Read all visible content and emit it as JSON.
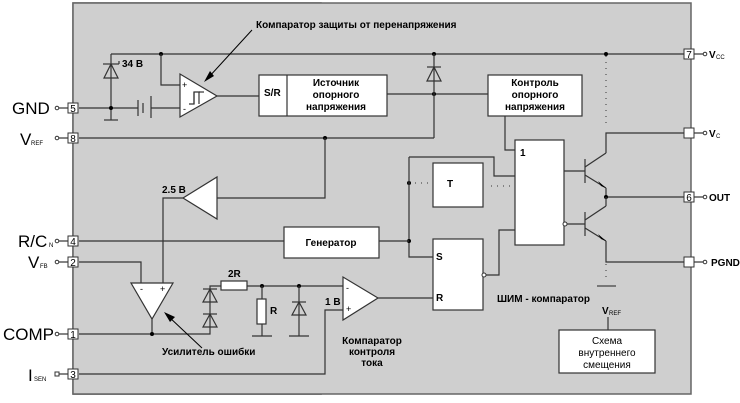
{
  "diagram": {
    "title": "Функциональная схема ШИМ-контроллера",
    "colors": {
      "chip_body": "#cfcfcf",
      "block_fill": "#ffffff",
      "wire": "#333333"
    },
    "pins_left": [
      {
        "name": "GND",
        "sub": "",
        "number": "5"
      },
      {
        "name": "V",
        "sub": "REF",
        "number": "8"
      },
      {
        "name": "R/C",
        "sub": "N",
        "number": "4"
      },
      {
        "name": "V",
        "sub": "FB",
        "number": "2"
      },
      {
        "name": "COMP",
        "sub": "",
        "number": "1"
      },
      {
        "name": "I",
        "sub": "SEN",
        "number": "3"
      }
    ],
    "pins_right": [
      {
        "name": "V",
        "sub": "CC",
        "number": "7"
      },
      {
        "name": "V",
        "sub": "C",
        "number": ""
      },
      {
        "name": "OUT",
        "sub": "",
        "number": "6"
      },
      {
        "name": "PGND",
        "sub": "",
        "number": ""
      }
    ],
    "blocks": {
      "sr_label": "S/R",
      "ref_source": [
        "Источник",
        "опорного",
        "напряжения"
      ],
      "ref_control": [
        "Контроль",
        "опорного",
        "напряжения"
      ],
      "logic_gate": "1",
      "t_flipflop": "T",
      "generator": "Генератор",
      "sr_latch_s": "S",
      "sr_latch_r": "R",
      "bias": [
        "Схема",
        "внутреннего",
        "смещения"
      ],
      "bias_vref": "V",
      "bias_vref_sub": "REF"
    },
    "labels": {
      "ovp_comparator": "Компаратор защиты от перенапряжения",
      "zener_34": "34 В",
      "ref_2_5": "2.5 В",
      "ref_1": "1 В",
      "resistor_2r": "2R",
      "resistor_r": "R",
      "error_amp": "Усилитель ошибки",
      "current_comp": [
        "Компаратор",
        "контроля",
        "тока"
      ],
      "pwm_comp": "ШИМ - компаратор",
      "plus": "+",
      "minus": "-"
    }
  }
}
